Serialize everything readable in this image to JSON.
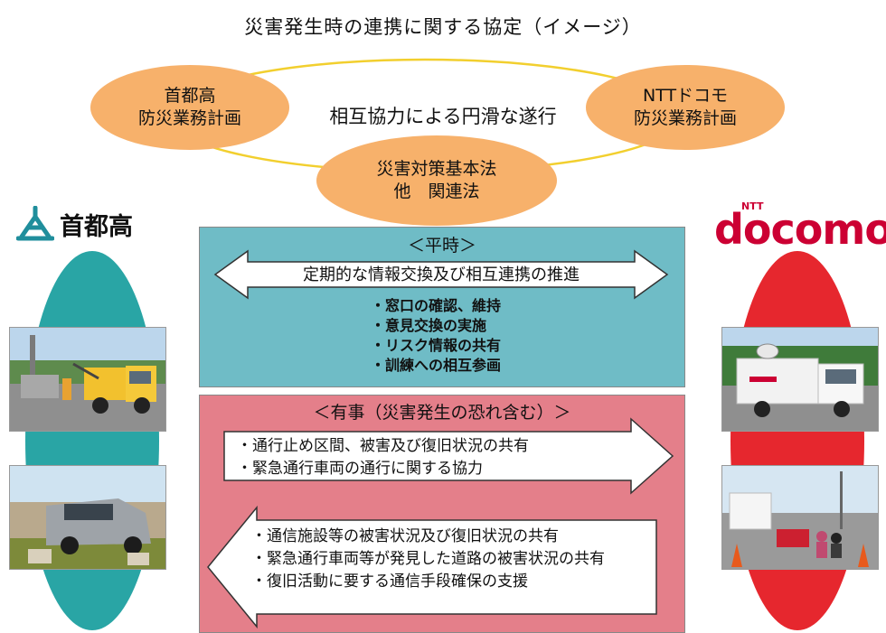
{
  "title": "災害発生時の連携に関する協定（イメージ）",
  "ovals": {
    "left": [
      "首都高",
      "防災業務計画"
    ],
    "right": [
      "NTTドコモ",
      "防災業務計画"
    ],
    "bottom": [
      "災害対策基本法",
      "他　関連法"
    ]
  },
  "center_text": "相互協力による円滑な遂行",
  "logos": {
    "left_name": "首都高",
    "right_small": "NTT",
    "right_name": "docomo"
  },
  "colors": {
    "teal": "#29a5a5",
    "red": "#e6272e",
    "oval": "#f7b16b",
    "panel_normal": "#6fbcc6",
    "panel_emergency": "#e47f8a"
  },
  "normal": {
    "title": "＜平時＞",
    "arrow_text": "定期的な情報交換及び相互連携の推進",
    "items": [
      "・窓口の確認、維持",
      "・意見交換の実施",
      "・リスク情報の共有",
      "・訓練への相互参画"
    ]
  },
  "emergency": {
    "title": "＜有事（災害発生の恐れ含む）＞",
    "right_arrow_items": [
      "・通行止め区間、被害及び復旧状況の共有",
      "・緊急通行車両の通行に関する協力"
    ],
    "left_arrow_items": [
      "・通信施設等の被害状況及び復旧状況の共有",
      "・緊急通行車両等が発見した道路の被害状況の共有",
      "・復旧活動に要する通信手段確保の支援"
    ]
  },
  "photos": {
    "left_top": "tow-truck-photo",
    "left_bottom": "van-photo",
    "right_top": "comm-truck-photo",
    "right_bottom": "training-photo"
  }
}
